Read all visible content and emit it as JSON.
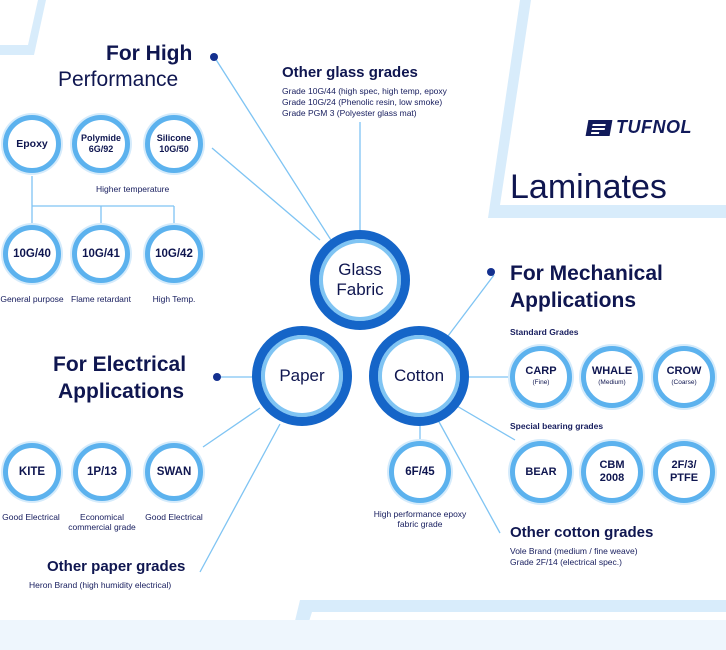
{
  "brand": {
    "name": "TUFNOL",
    "title": "Laminates"
  },
  "hubs": {
    "glass": "Glass Fabric",
    "paper": "Paper",
    "cotton": "Cotton"
  },
  "high_performance": {
    "heading_bold": "For High",
    "heading_rest": "Performance",
    "resins": [
      {
        "label": "Epoxy"
      },
      {
        "label": "Polymide 6G/92"
      },
      {
        "label": "Silicone 10G/50"
      }
    ],
    "higher_temperature_label": "Higher temperature",
    "grades": [
      {
        "label": "10G/40",
        "caption": "General purpose"
      },
      {
        "label": "10G/41",
        "caption": "Flame retardant"
      },
      {
        "label": "10G/42",
        "caption": "High Temp."
      }
    ]
  },
  "other_glass": {
    "heading": "Other glass grades",
    "lines": [
      "Grade 10G/44 (high spec, high temp, epoxy",
      "Grade 10G/24 (Phenolic resin, low smoke)",
      "Grade PGM 3 (Polyester glass mat)"
    ]
  },
  "electrical": {
    "heading_line1": "For Electrical",
    "heading_line2": "Applications",
    "grades": [
      {
        "label": "KITE",
        "caption": "Good Electrical"
      },
      {
        "label": "1P/13",
        "caption": "Economical commercial grade"
      },
      {
        "label": "SWAN",
        "caption": "Good Electrical"
      }
    ]
  },
  "other_paper": {
    "heading": "Other paper grades",
    "line": "Heron Brand (high humidity electrical)"
  },
  "mechanical": {
    "heading_line1": "For Mechanical",
    "heading_line2": "Applications",
    "standard_label": "Standard Grades",
    "standard": [
      {
        "label": "CARP",
        "sub": "(Fine)"
      },
      {
        "label": "WHALE",
        "sub": "(Medium)"
      },
      {
        "label": "CROW",
        "sub": "(Coarse)"
      }
    ],
    "bearing_label": "Special bearing grades",
    "bearing": [
      {
        "label": "BEAR"
      },
      {
        "label": "CBM 2008"
      },
      {
        "label": "2F/3/ PTFE"
      }
    ]
  },
  "cotton_epoxy": {
    "label": "6F/45",
    "caption": "High performance epoxy fabric grade"
  },
  "other_cotton": {
    "heading": "Other cotton grades",
    "lines": [
      "Vole Brand (medium / fine weave)",
      "Grade 2F/14 (electrical spec.)"
    ]
  },
  "colors": {
    "navy": "#0f1650",
    "blue": "#1565c8",
    "light_blue": "#5cb2ee",
    "pale": "#d5ebfb"
  }
}
